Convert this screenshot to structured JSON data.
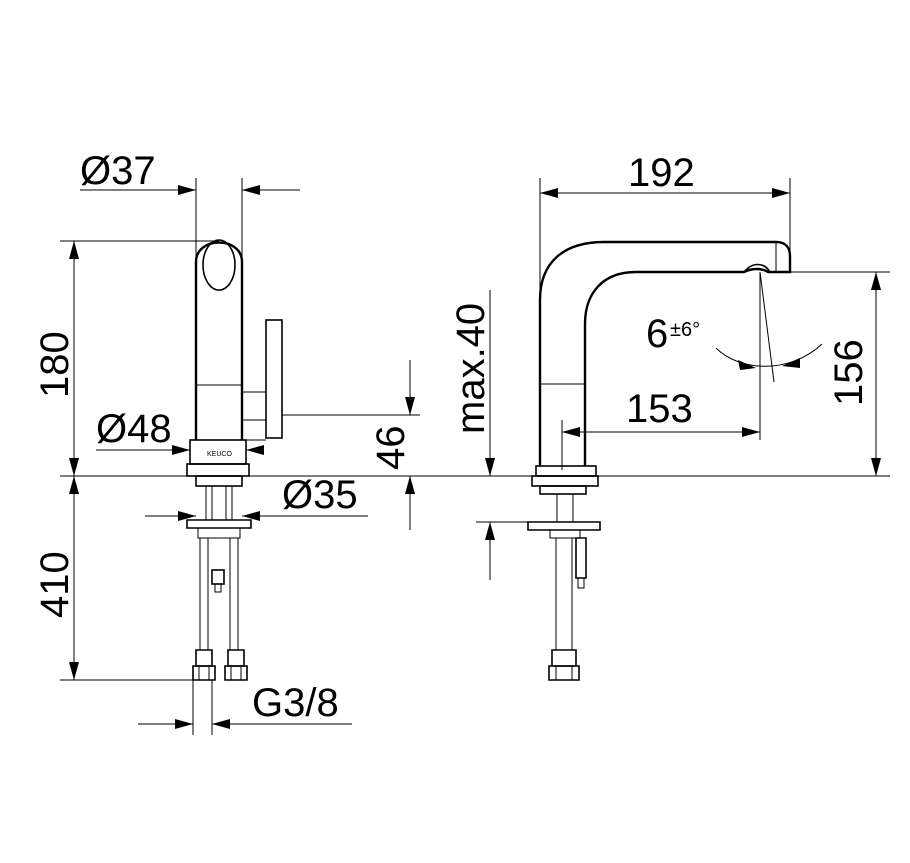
{
  "dimensions": {
    "d37": "Ø37",
    "d48": "Ø48",
    "d35": "Ø35",
    "h180": "180",
    "h46": "46",
    "h410": "410",
    "thread": "G3/8",
    "w192": "192",
    "w153": "153",
    "h156": "156",
    "max40": "max.40",
    "angle": "6",
    "angle_tol": "±6°"
  },
  "brand_mark": "KEUCO"
}
